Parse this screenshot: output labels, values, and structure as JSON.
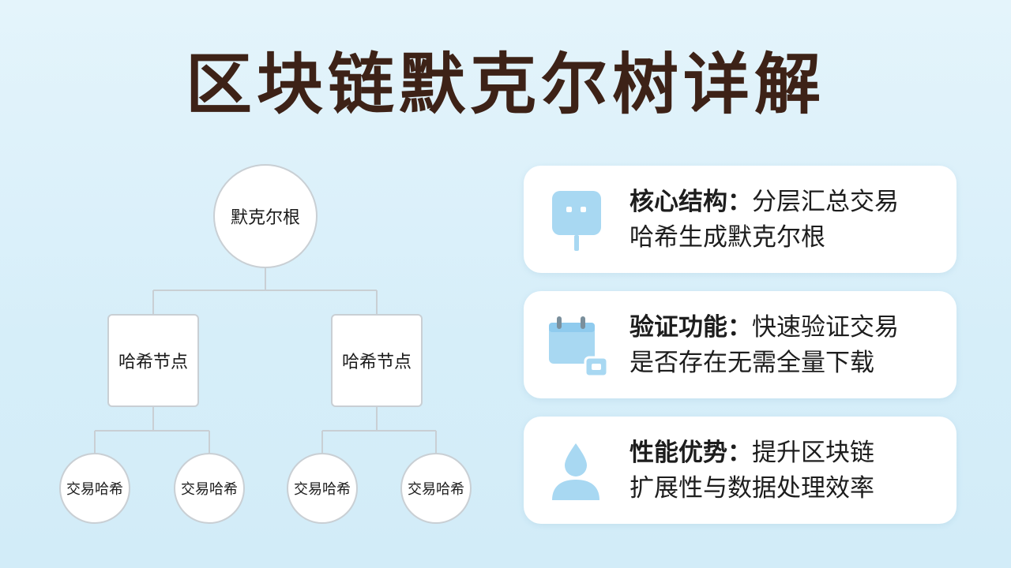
{
  "title": "区块链默克尔树详解",
  "tree": {
    "root": "默克尔根",
    "hash_nodes": [
      "哈希节点",
      "哈希节点"
    ],
    "leaves": [
      "交易哈希",
      "交易哈希",
      "交易哈希",
      "交易哈希"
    ]
  },
  "cards": [
    {
      "heading": "核心结构：",
      "line1_rest": "分层汇总交易",
      "line2": "哈希生成默克尔根",
      "icon": "tag-face-icon"
    },
    {
      "heading": "验证功能：",
      "line1_rest": "快速验证交易",
      "line2": "是否存在无需全量下载",
      "icon": "calendar-icon"
    },
    {
      "heading": "性能优势：",
      "line1_rest": "提升区块链",
      "line2": "扩展性与数据处理效率",
      "icon": "user-icon"
    }
  ],
  "colors": {
    "title": "#3d2217",
    "icon": "#a8d8f2",
    "line": "#c9cfd4"
  }
}
